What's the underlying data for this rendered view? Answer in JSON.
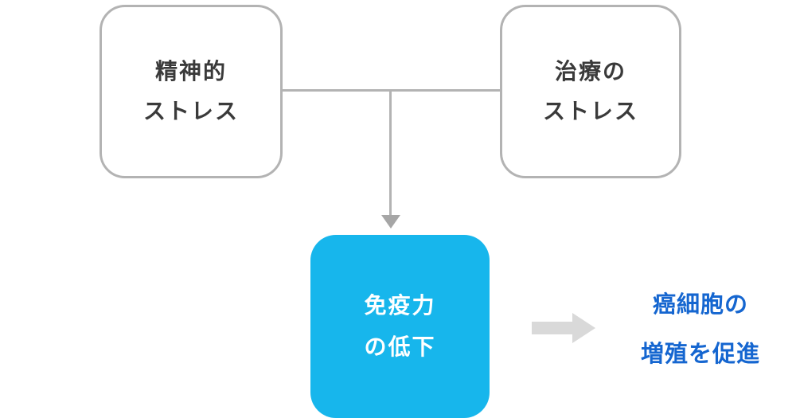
{
  "diagram": {
    "boxes": {
      "mental_stress": {
        "line1": "精神的",
        "line2": "ストレス"
      },
      "treatment_stress": {
        "line1": "治療の",
        "line2": "ストレス"
      },
      "immune_decline": {
        "line1": "免疫力",
        "line2": "の低下"
      }
    },
    "result": {
      "line1": "癌細胞の",
      "line2": "増殖を促進"
    },
    "icons": {
      "down_arrow": "down-arrow-icon",
      "right_arrow": "right-arrow-icon"
    },
    "colors": {
      "box_border": "#b3b3b3",
      "box_text": "#3a3a3a",
      "connector": "#b3b3b3",
      "arrowhead": "#a6a6a6",
      "highlight_box_bg": "#17b6ec",
      "highlight_box_text": "#ffffff",
      "arrow_gray": "#d9d9d9",
      "result_text": "#1566d0"
    }
  }
}
